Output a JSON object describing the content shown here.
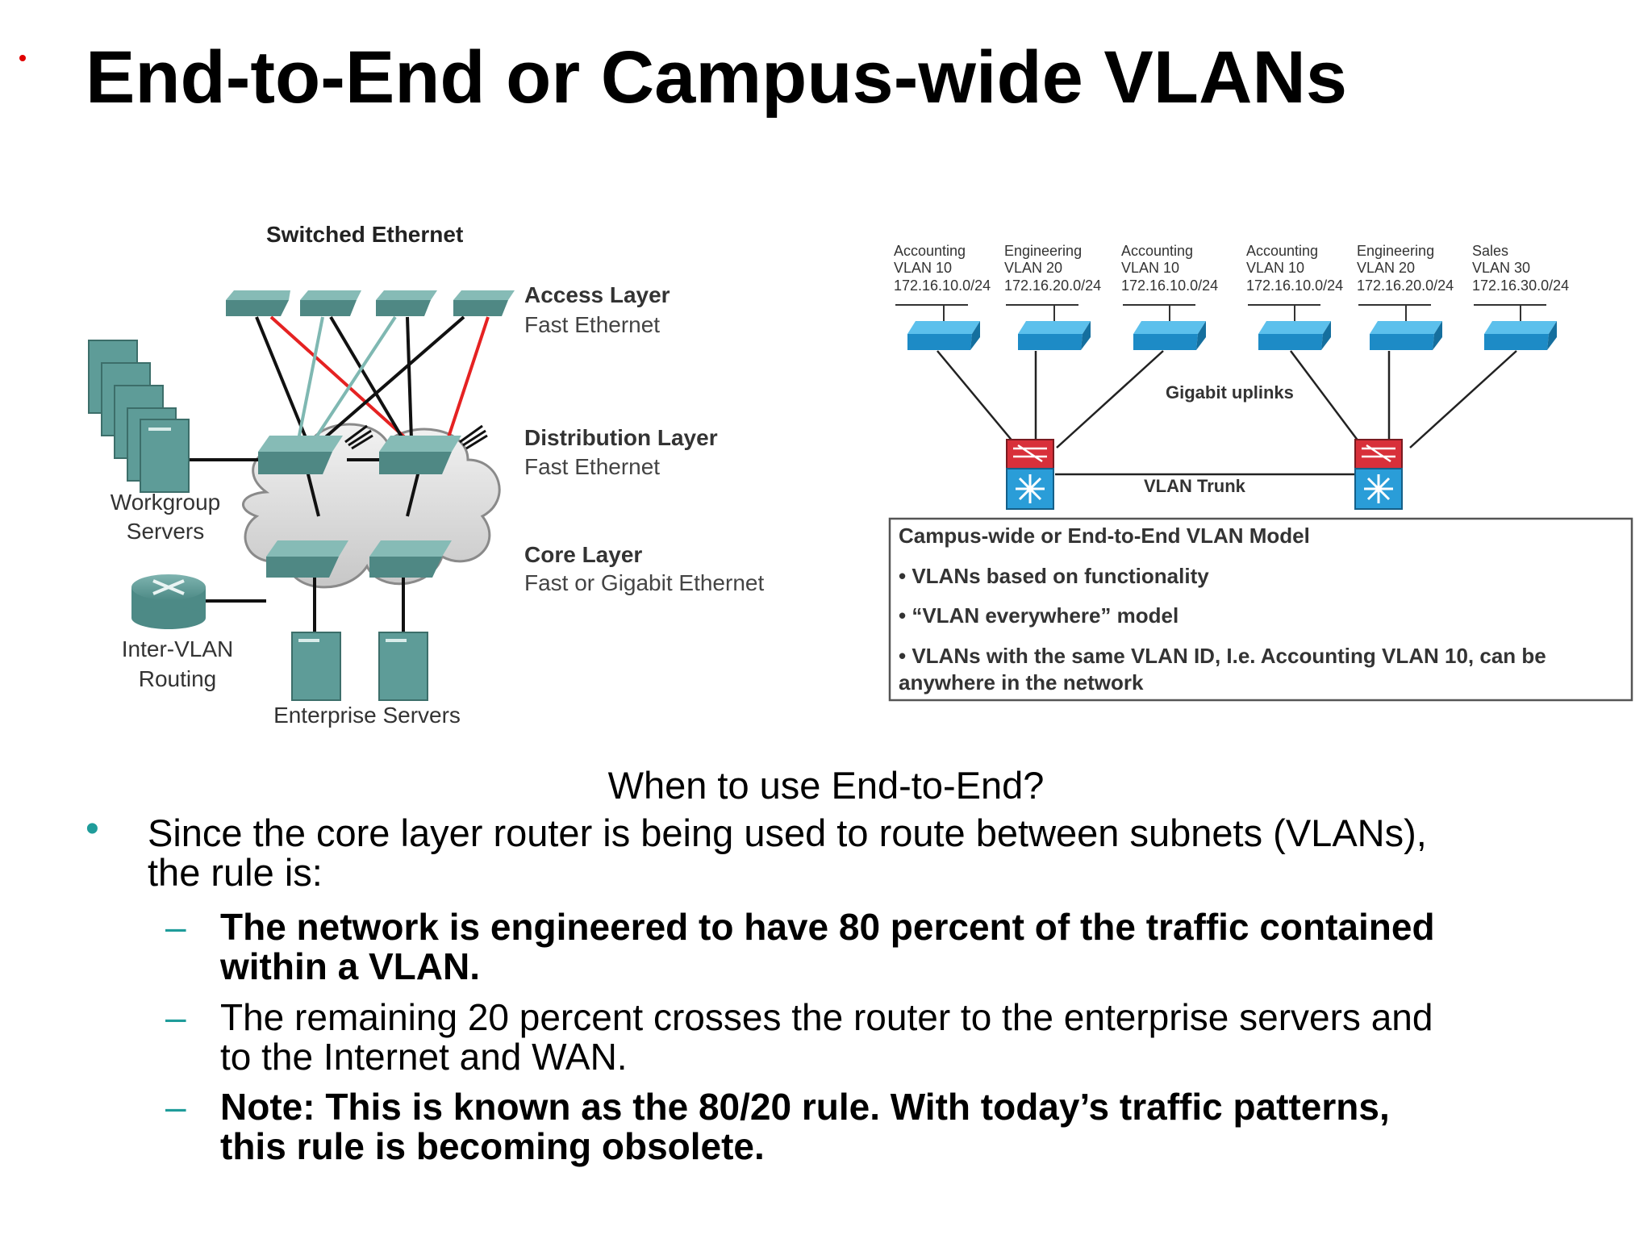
{
  "slide": {
    "title": "End-to-End or Campus-wide VLANs"
  },
  "left_diagram": {
    "heading": "Switched Ethernet",
    "access_layer": {
      "name": "Access Layer",
      "medium": "Fast Ethernet"
    },
    "distribution_layer": {
      "name": "Distribution Layer",
      "medium": "Fast Ethernet"
    },
    "core_layer": {
      "name": "Core Layer",
      "medium": "Fast or Gigabit Ethernet"
    },
    "workgroup_servers": [
      "Workgroup",
      "Servers"
    ],
    "inter_vlan_routing": [
      "Inter-VLAN",
      "Routing"
    ],
    "enterprise_servers": "Enterprise Servers"
  },
  "right_diagram": {
    "switches": [
      {
        "dept": "Accounting",
        "vlan": "VLAN 10",
        "subnet": "172.16.10.0/24"
      },
      {
        "dept": "Engineering",
        "vlan": "VLAN 20",
        "subnet": "172.16.20.0/24"
      },
      {
        "dept": "Accounting",
        "vlan": "VLAN 10",
        "subnet": "172.16.10.0/24"
      },
      {
        "dept": "Accounting",
        "vlan": "VLAN 10",
        "subnet": "172.16.10.0/24"
      },
      {
        "dept": "Engineering",
        "vlan": "VLAN 20",
        "subnet": "172.16.20.0/24"
      },
      {
        "dept": "Sales",
        "vlan": "VLAN 30",
        "subnet": "172.16.30.0/24"
      }
    ],
    "uplinks_label": "Gigabit uplinks",
    "trunk_label": "VLAN Trunk",
    "box": {
      "title": "Campus-wide or End-to-End VLAN Model",
      "items": [
        "• VLANs based on functionality",
        "• “VLAN everywhere” model",
        "• VLANs with the same VLAN ID, I.e. Accounting VLAN 10, can be",
        "anywhere in the network"
      ]
    }
  },
  "body": {
    "question": "When to use End-to-End?",
    "bullet_symbol": "•",
    "dash_symbol": "–",
    "main_line1": "Since the core layer router is being used to route between subnets (VLANs),",
    "main_line2": "the rule is:",
    "sub1_line1": "The network is engineered to have 80 percent of the traffic contained",
    "sub1_line2": "within a VLAN.",
    "sub2_line1": "The remaining 20 percent crosses the router to the enterprise servers and",
    "sub2_line2": "to the Internet and WAN.",
    "sub3_line1": "Note: This is known as the 80/20 rule.  With today’s traffic patterns,",
    "sub3_line2": "this rule is becoming obsolete."
  },
  "colors": {
    "accent": "#1f9c9a",
    "switch_teal": "#5e9c98",
    "switch_blue": "#2a9dd8",
    "link_red": "#e52222",
    "link_teal": "#7fb8b2",
    "marker_red": "#e00000"
  }
}
